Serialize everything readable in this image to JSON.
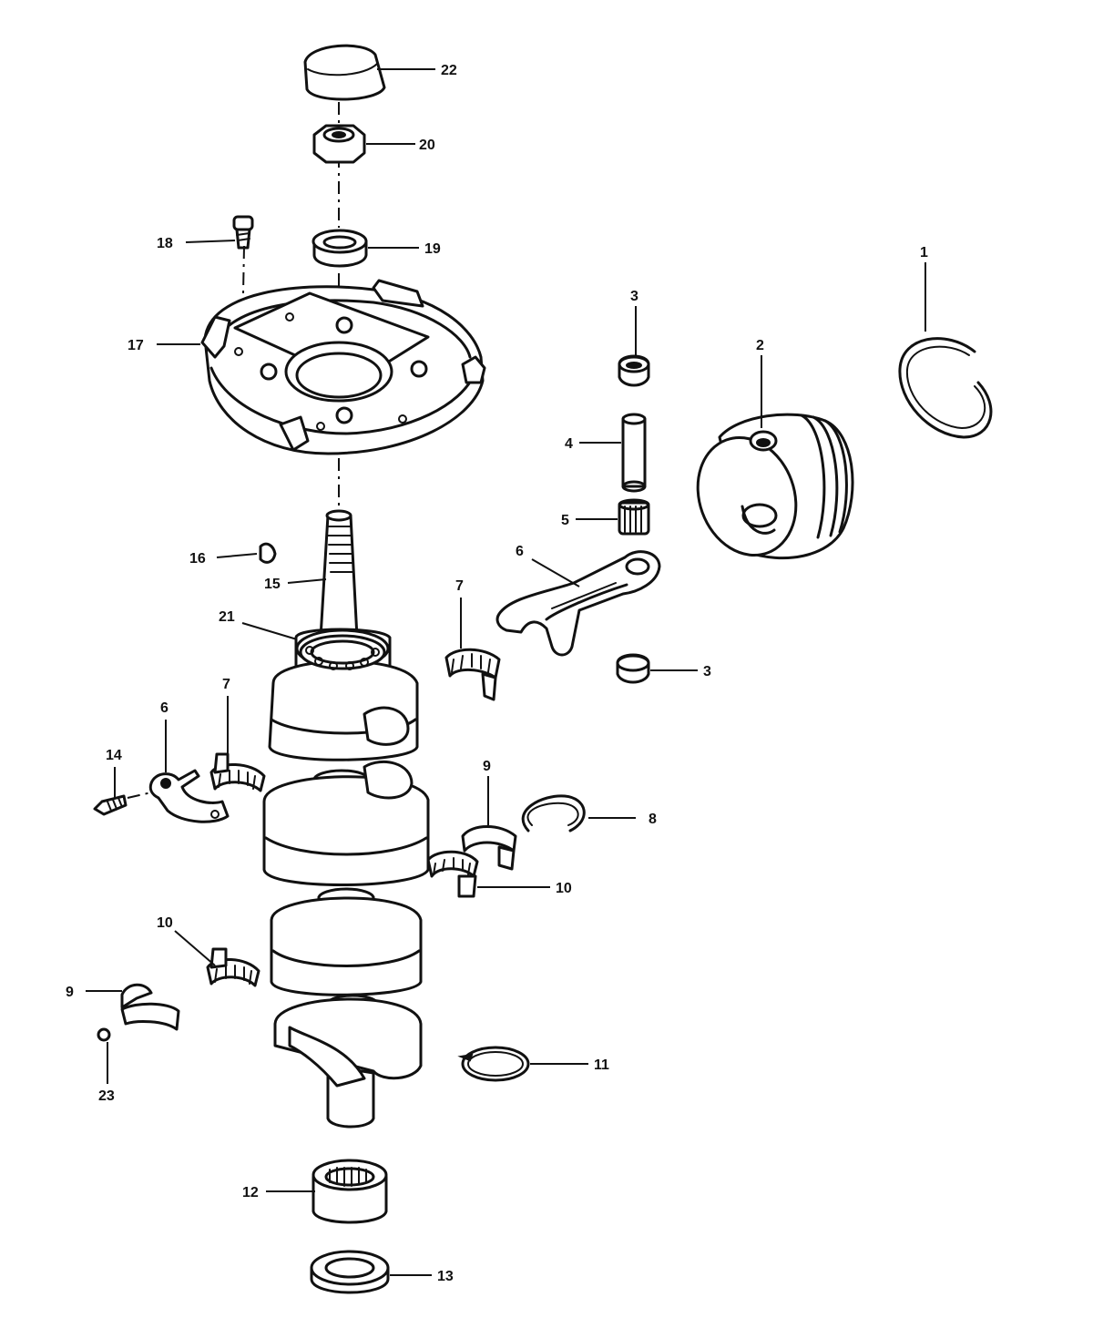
{
  "callouts": {
    "c1": "1",
    "c2": "2",
    "c3a": "3",
    "c3b": "3",
    "c4": "4",
    "c5": "5",
    "c6a": "6",
    "c6b": "6",
    "c7a": "7",
    "c7b": "7",
    "c8": "8",
    "c9a": "9",
    "c9b": "9",
    "c10a": "10",
    "c10b": "10",
    "c11": "11",
    "c12": "12",
    "c13": "13",
    "c14": "14",
    "c15": "15",
    "c16": "16",
    "c17": "17",
    "c18": "18",
    "c19": "19",
    "c20": "20",
    "c21": "21",
    "c22": "22",
    "c23": "23"
  },
  "colors": {
    "ink": "#111111",
    "paper": "#ffffff"
  }
}
